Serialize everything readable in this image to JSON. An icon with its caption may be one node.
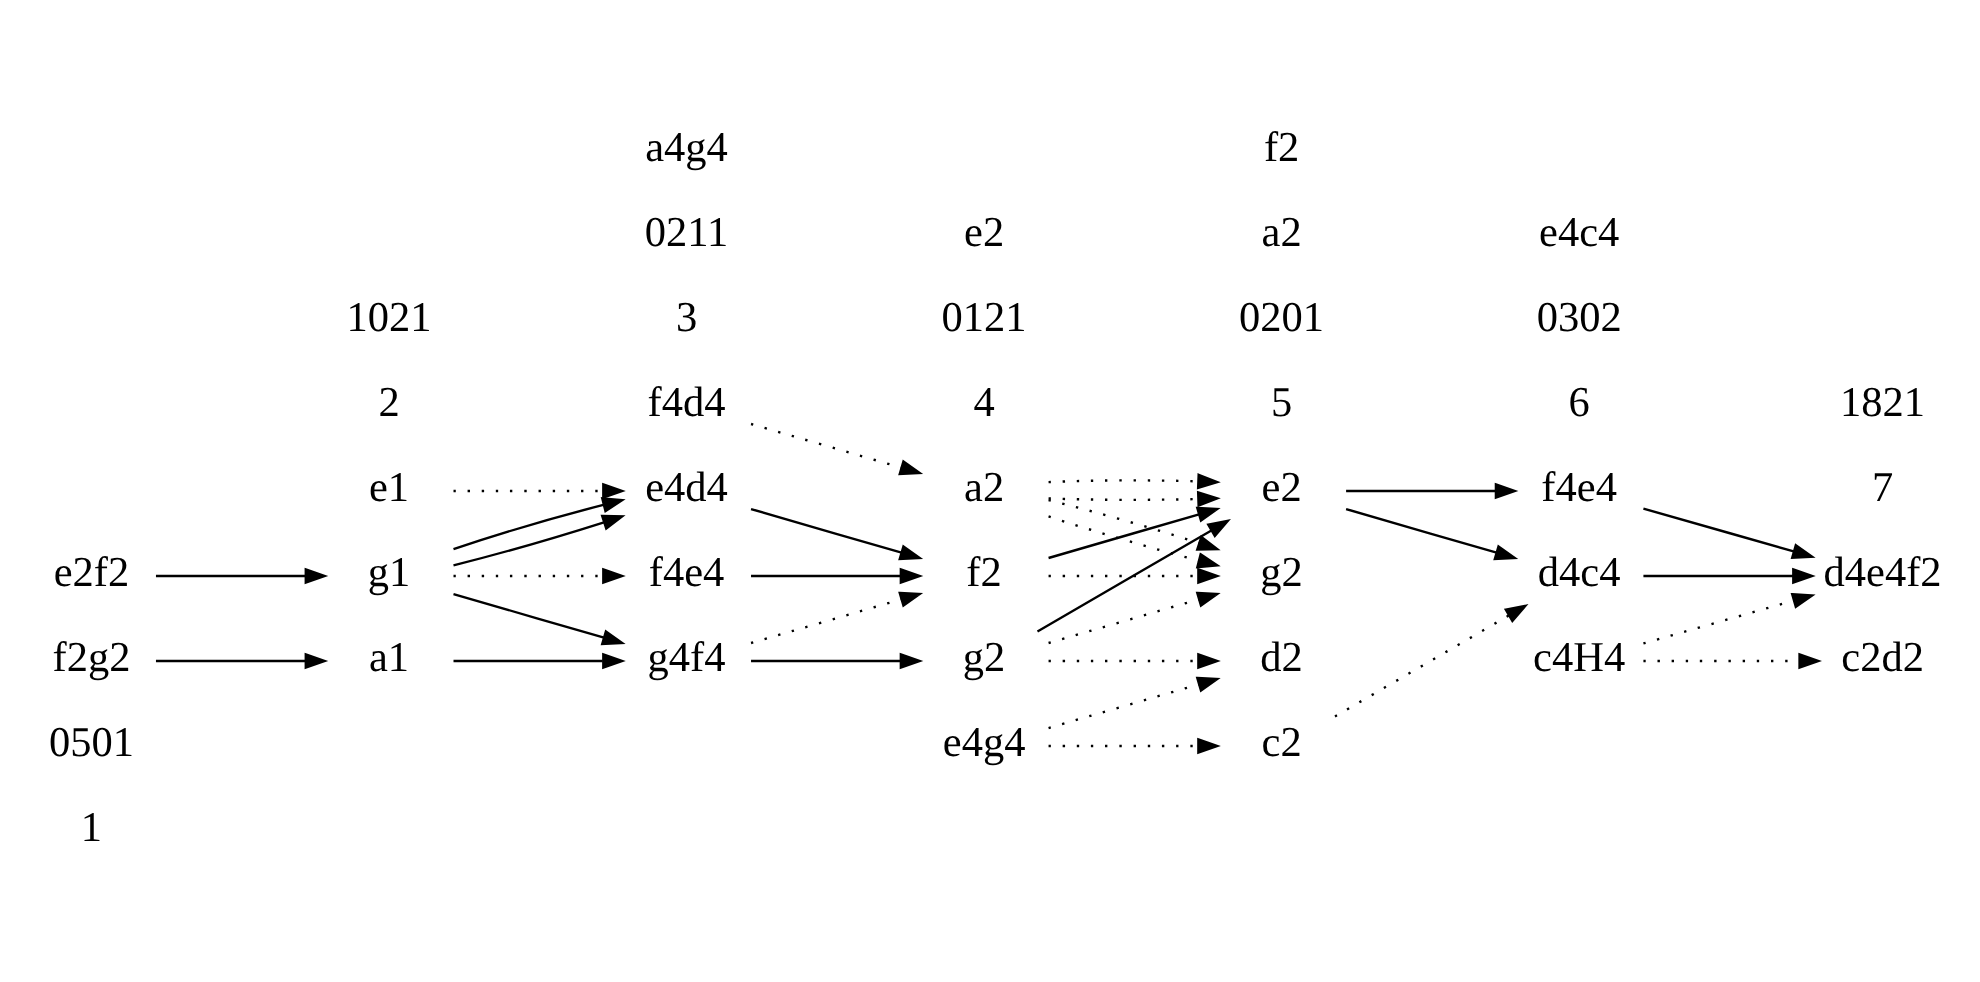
{
  "diagram": {
    "nodes": [
      {
        "text": [
          "e2f2"
        ]
      },
      {
        "text": [
          "f2g2"
        ]
      },
      {
        "text": [
          "g1"
        ]
      },
      {
        "text": [
          "a1"
        ]
      },
      {
        "text": [
          "e1"
        ]
      },
      {
        "text": [
          "g4f4"
        ]
      },
      {
        "text": [
          "e4d4"
        ]
      },
      {
        "text": [
          "f4e4"
        ]
      },
      {
        "text": [
          "f4d4"
        ]
      },
      {
        "text": [
          "a4g4"
        ]
      },
      {
        "text": [
          "g2"
        ]
      },
      {
        "text": [
          "f2"
        ]
      },
      {
        "text": [
          "a2"
        ]
      },
      {
        "text": [
          "e4g4"
        ]
      },
      {
        "text": [
          "e2"
        ]
      },
      {
        "text": [
          "e2"
        ]
      },
      {
        "text": [
          "c2"
        ]
      },
      {
        "text": [
          "d2"
        ]
      },
      {
        "text": [
          "g2"
        ]
      },
      {
        "text": [
          "a2"
        ]
      },
      {
        "text": [
          "f2"
        ]
      },
      {
        "text": [
          "d4c4"
        ]
      },
      {
        "text": [
          "f4e4"
        ]
      },
      {
        "text": [
          "c4H4"
        ]
      },
      {
        "text": [
          "e4c4"
        ]
      },
      {
        "text": [
          "d4e4f2"
        ]
      },
      {
        "text": [
          "c2d2"
        ]
      }
    ],
    "edges": [
      {
        "from": 0,
        "to": 2,
        "arrow": "to"
      },
      {
        "from": 1,
        "to": 3,
        "arrow": "to"
      },
      {
        "from": 2,
        "to": 5,
        "arrow": "to"
      },
      {
        "from": 2,
        "to": 6,
        "arrow": "to"
      },
      {
        "from": 2,
        "to": 6,
        "arrow": "to"
      },
      {
        "from": 2,
        "to": 7,
        "arrow": "to",
        "style": "dashed"
      },
      {
        "from": 3,
        "to": 5,
        "arrow": "to"
      },
      {
        "from": 4,
        "to": 6,
        "arrow": "to",
        "style": "dashed"
      },
      {
        "from": 5,
        "to": 10,
        "arrow": "to"
      },
      {
        "from": 5,
        "to": 11,
        "arrow": "to",
        "style": "dashed"
      },
      {
        "from": 6,
        "to": 11,
        "arrow": "to"
      },
      {
        "from": 7,
        "to": 11,
        "arrow": "to"
      },
      {
        "from": 8,
        "to": 12,
        "arrow": "to",
        "style": "dashed"
      },
      {
        "from": 10,
        "to": 15,
        "arrow": "to"
      },
      {
        "from": 10,
        "to": 17,
        "arrow": "to",
        "style": "dashed"
      },
      {
        "from": 10,
        "to": 18,
        "arrow": "to",
        "style": "dashed"
      },
      {
        "from": 11,
        "to": 15,
        "arrow": "to"
      },
      {
        "from": 11,
        "to": 18,
        "arrow": "to",
        "style": "dashed"
      },
      {
        "from": 12,
        "to": 15,
        "arrow": "to",
        "style": "dashed"
      },
      {
        "from": 12,
        "to": 15,
        "arrow": "to",
        "style": "dashed"
      },
      {
        "from": 12,
        "to": 18,
        "arrow": "to",
        "style": "dashed"
      },
      {
        "from": 12,
        "to": 18,
        "arrow": "to",
        "style": "dashed"
      },
      {
        "from": 13,
        "to": 16,
        "arrow": "to",
        "style": "dashed"
      },
      {
        "from": 13,
        "to": 17,
        "arrow": "to",
        "style": "dashed"
      },
      {
        "from": 15,
        "to": 21,
        "arrow": "to"
      },
      {
        "from": 15,
        "to": 22,
        "arrow": "to"
      },
      {
        "from": 16,
        "to": 21,
        "arrow": "to",
        "style": "dashed"
      },
      {
        "from": 21,
        "to": 25,
        "arrow": "to"
      },
      {
        "from": 22,
        "to": 25,
        "arrow": "to"
      },
      {
        "from": 23,
        "to": 25,
        "arrow": "to",
        "style": "dashed"
      },
      {
        "from": 23,
        "to": 26,
        "arrow": "to",
        "style": "dashed"
      }
    ],
    "labels": [
      "1",
      "2",
      "3",
      "4",
      "5",
      "6",
      "7",
      "0501",
      "1021",
      "0211",
      "0121",
      "0201",
      "0302",
      "1821"
    ]
  }
}
